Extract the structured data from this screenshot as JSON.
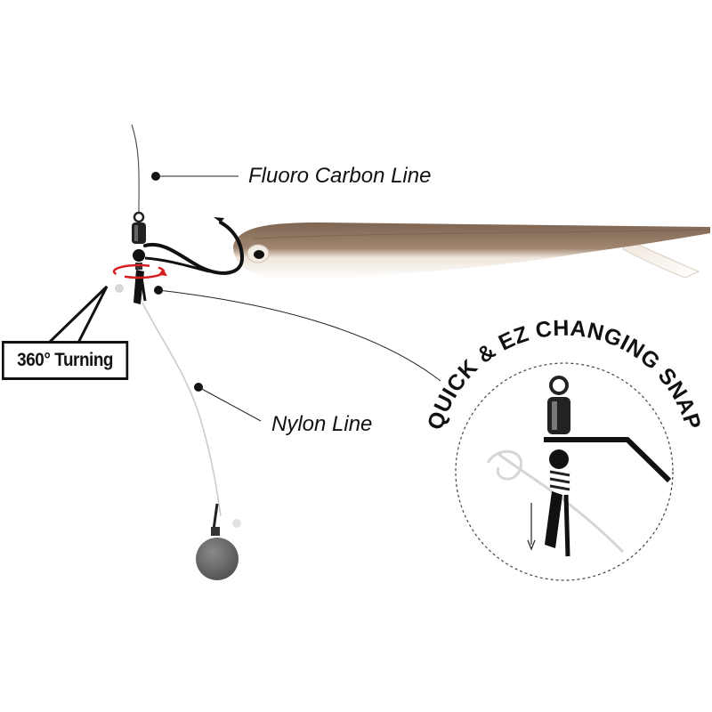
{
  "labels": {
    "fluoro_line": "Fluoro Carbon Line",
    "nylon_line": "Nylon Line",
    "turning": "360° Turning",
    "snap_title": "QUICK & EZ CHANGING SNAP"
  },
  "colors": {
    "lure_body": "#8a7360",
    "lure_belly": "#f4efe9",
    "tackle": "#1a1a1a",
    "sinker": "#6b6b6b",
    "rotation_arrow": "#d41f1f",
    "callout_line": "#222222"
  },
  "icons": {
    "rotation": "rotation-arrow-icon",
    "down_arrow": "down-arrow-icon"
  }
}
